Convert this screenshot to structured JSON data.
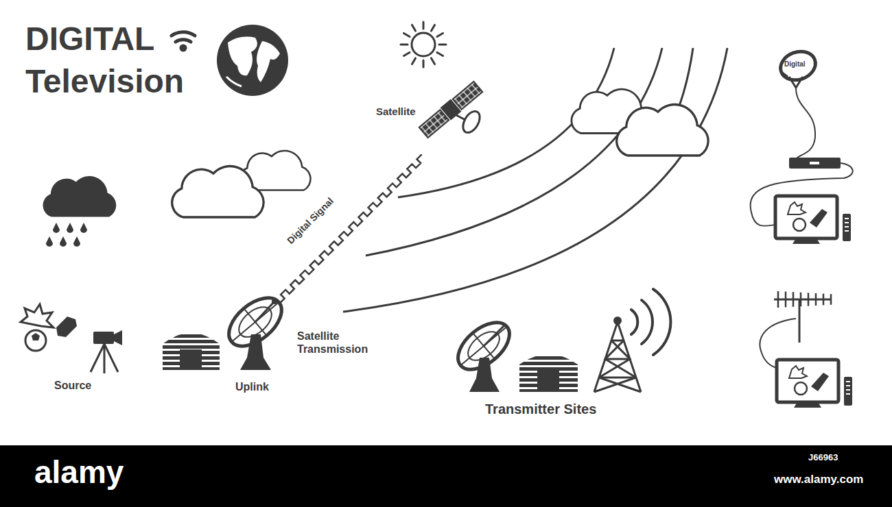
{
  "diagram": {
    "title": "DIGITAL Television",
    "labels": [
      "Satellite",
      "Digital Signal",
      "Satellite Transmission",
      "Source",
      "Uplink",
      "Transmitter Sites",
      "Digital",
      "alamy",
      "J66963",
      "www.alamy.com"
    ]
  }
}
